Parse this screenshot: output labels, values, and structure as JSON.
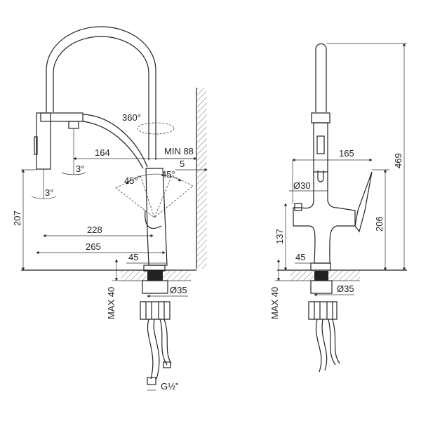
{
  "side_view": {
    "rotation_label": "360°",
    "dim_164": "164",
    "dim_min88": "MIN 88",
    "dim_5": "5",
    "angle_left": "45°",
    "angle_right": "45°",
    "angle_spray_1": "3°",
    "angle_spray_2": "3°",
    "dim_207": "207",
    "dim_228": "228",
    "dim_265": "265",
    "dim_45": "45",
    "dim_d35": "Ø35",
    "dim_max40": "MAX 40",
    "dim_thread": "G½\""
  },
  "front_view": {
    "dim_165": "165",
    "dim_d30": "Ø30",
    "dim_137": "137",
    "dim_206": "206",
    "dim_469": "469",
    "dim_45": "45",
    "dim_d35": "Ø35",
    "dim_max40": "MAX 40"
  }
}
